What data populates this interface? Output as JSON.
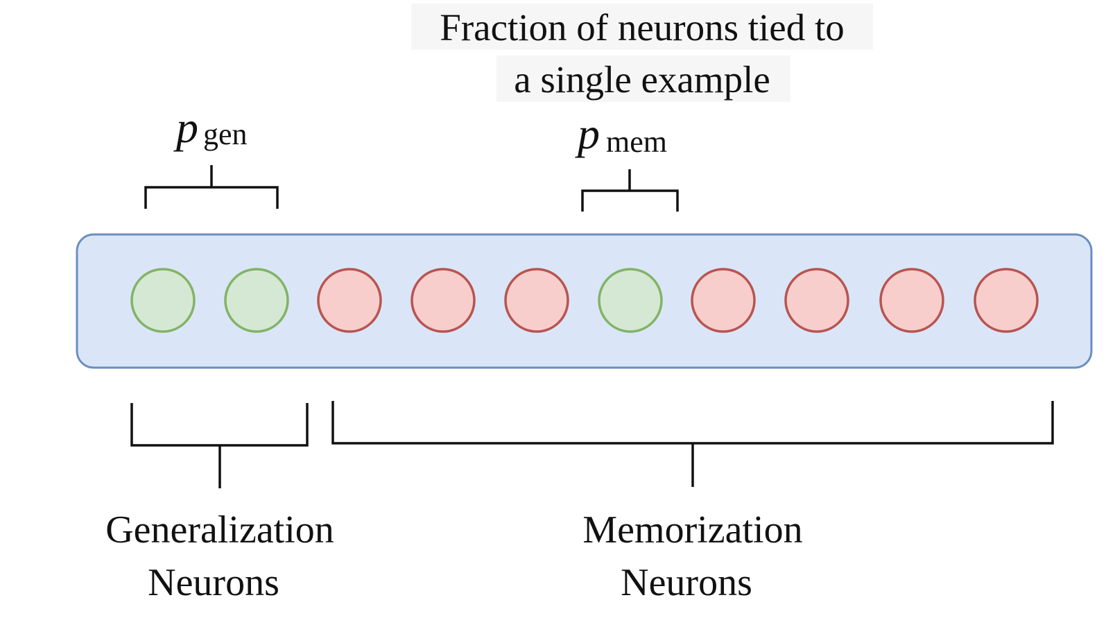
{
  "title": {
    "line1": "Fraction of neurons tied to",
    "line2": "a single example"
  },
  "p_gen": {
    "symbol": "p",
    "subscript": "gen"
  },
  "p_mem": {
    "symbol": "p",
    "subscript": "mem"
  },
  "neurons": [
    {
      "type": "generalization",
      "color": "#d5e8d4",
      "stroke": "#82b366"
    },
    {
      "type": "generalization",
      "color": "#d5e8d4",
      "stroke": "#82b366"
    },
    {
      "type": "memorization",
      "color": "#f8cecc",
      "stroke": "#b85450"
    },
    {
      "type": "memorization",
      "color": "#f8cecc",
      "stroke": "#b85450"
    },
    {
      "type": "memorization",
      "color": "#f8cecc",
      "stroke": "#b85450"
    },
    {
      "type": "generalization",
      "color": "#d5e8d4",
      "stroke": "#82b366"
    },
    {
      "type": "memorization",
      "color": "#f8cecc",
      "stroke": "#b85450"
    },
    {
      "type": "memorization",
      "color": "#f8cecc",
      "stroke": "#b85450"
    },
    {
      "type": "memorization",
      "color": "#f8cecc",
      "stroke": "#b85450"
    },
    {
      "type": "memorization",
      "color": "#f8cecc",
      "stroke": "#b85450"
    }
  ],
  "layer_colors": {
    "fill": "#dae6f8",
    "stroke": "#6c8ebf"
  },
  "generalization_label": {
    "line1": "Generalization",
    "line2": "Neurons"
  },
  "memorization_label": {
    "line1": "Memorization",
    "line2": "Neurons"
  }
}
